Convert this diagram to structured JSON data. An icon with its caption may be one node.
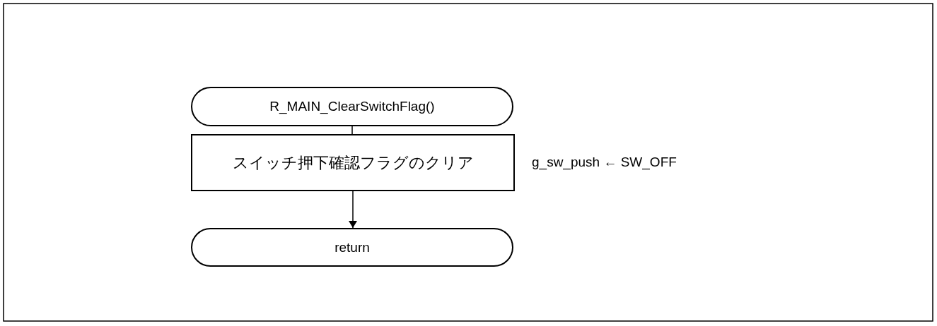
{
  "diagram": {
    "nodes": [
      {
        "text": [
          "R_MAIN_ClearSwitchFlag()"
        ]
      },
      {
        "text": [
          "スイッチ押下確認フラグのクリア"
        ],
        "beside": [
          "g_sw_push ← SW_OFF"
        ]
      },
      {
        "text": [
          "return"
        ]
      }
    ],
    "edges": [
      {
        "from": 0,
        "to": 1,
        "arrow": "none"
      },
      {
        "from": 1,
        "to": 2,
        "arrow": "to"
      }
    ]
  }
}
